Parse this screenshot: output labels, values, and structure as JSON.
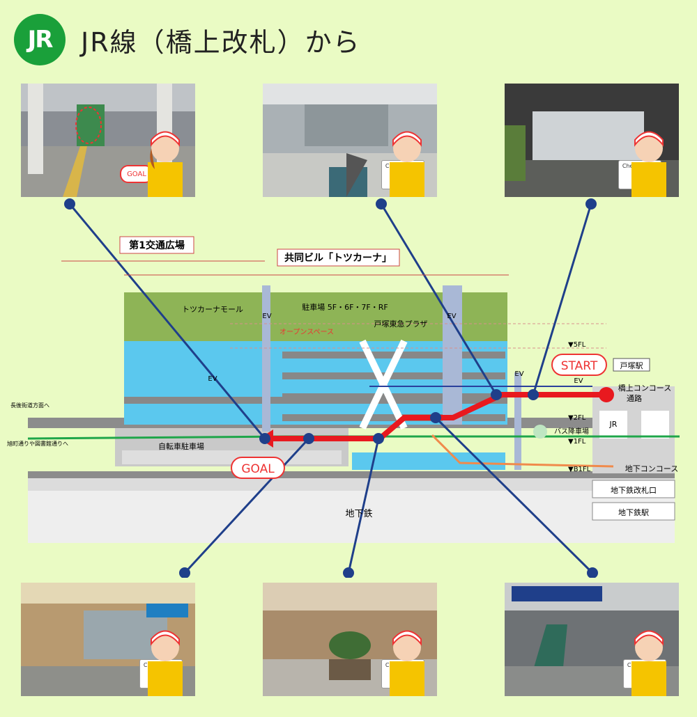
{
  "header": {
    "logo_text": "JR",
    "title": "JR線（橋上改札）から"
  },
  "photos": {
    "top_left": {
      "badge": "GOAL"
    },
    "top_center": {
      "badge": "Check Point!",
      "arrow": "arrow-left"
    },
    "top_right": {
      "badge": "Check Point!",
      "arrow": "arrow-up"
    },
    "bottom_left": {
      "badge": "Check Point!",
      "arrow": "arrow-left"
    },
    "bottom_center": {
      "badge": "Check Point!",
      "arrow": "arrow-up"
    },
    "bottom_right": {
      "badge": "Check Point!",
      "arrow": "arrow-left"
    }
  },
  "diagram": {
    "dai1_koutsu": "第1交通広場",
    "kyoudou_biru": "共同ビル「トツカーナ」",
    "totsukana_mall": "トツカーナモール",
    "parking": "駐車場 5F・6F・7F・RF",
    "open_space": "オープンスペース",
    "tokyu_plaza": "戸塚東急プラザ",
    "ev_left": "EV",
    "ev_mid": "EV",
    "ev_center": "EV",
    "ev_right": "EV",
    "ev_right2": "EV",
    "floor_5": "▼5FL",
    "floor_2": "▼2FL",
    "floor_1": "▼1FL",
    "floor_b1": "▼B1FL",
    "start": "START",
    "goal": "GOAL",
    "totsuka_station": "戸塚駅",
    "kyojo_concourse": "橋上コンコース",
    "tsuuro": "通路",
    "bus": "バス降車場",
    "jr": "JR",
    "chika_concourse": "地下コンコース",
    "chika_kaisatsu": "地下鉄改札口",
    "chikatetsu": "地下鉄",
    "chikatetsu_eki": "地下鉄駅",
    "bicycle": "自転車駐車場",
    "nagago": "長後街道方面へ",
    "asahimachi": "旭町通りや図書館通りへ"
  },
  "colors": {
    "background": "#eafbc4",
    "jr_green": "#1aa03a",
    "route_red": "#e8191f",
    "route_green": "#1fa64a",
    "route_blue": "#2a3f9c",
    "route_orange": "#f08a4b",
    "building_green": "#8eb456",
    "building_blue": "#5bc8ee",
    "leader_line": "#1f3f8a"
  }
}
